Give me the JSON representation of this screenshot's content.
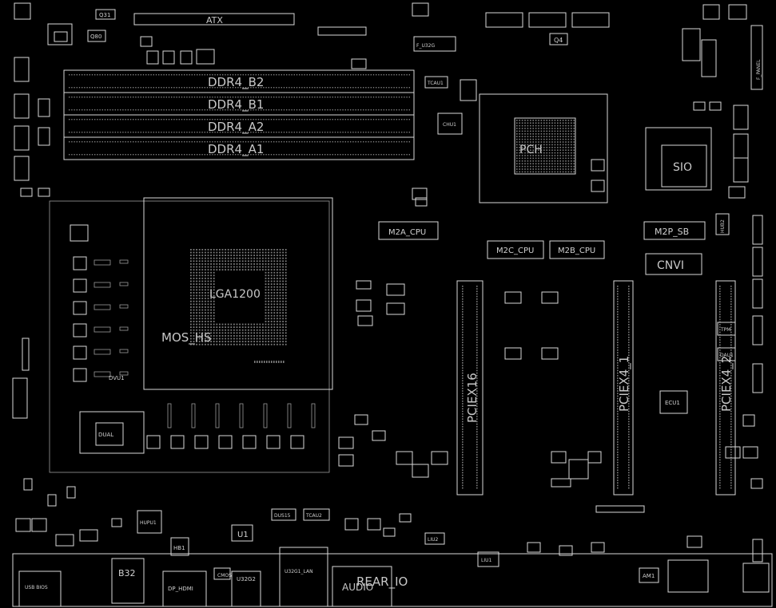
{
  "dimm_labels": [
    "DDR4_B2",
    "DDR4_B1",
    "DDR4_A2",
    "DDR4_A1"
  ],
  "labels": {
    "atx": "ATX",
    "q31": "Q31",
    "q80": "Q80",
    "q4": "Q4",
    "f_u32g": "F_U32G",
    "f_panel": "F_PANEL",
    "tcau1": "TCAU1",
    "chu1": "CHU1",
    "pch": "PCH",
    "sio": "SIO",
    "cpu": "LGA1200",
    "mos_hs": "MOS_HS",
    "m2a": "M2A_CPU",
    "m2c": "M2C_CPU",
    "m2b": "M2B_CPU",
    "m2p": "M2P_SB",
    "cnvi": "CNVI",
    "hub2": "HUB2",
    "pcie16": "PCIEX16",
    "pcie4_1": "PCIEX4_1",
    "pcie4_2": "PCIEX4_2",
    "ecu1": "ECU1",
    "dau1": "DAU1",
    "tpm": "TPM",
    "dvu1": "DVU1",
    "u1": "U1",
    "hb1": "HB1",
    "hupu1": "HUPU1",
    "liu2": "LIU2",
    "liu1": "LIU1",
    "am1": "AM1",
    "usb_bios": "USB BIOS",
    "u32g2": "U32G2",
    "u32g1_lan": "U32G1_LAN",
    "dp_hdmi": "DP_HDMI",
    "audio": "AUDIO",
    "rear_io": "REAR_IO",
    "cmos": "CMOS",
    "b32": "B32",
    "dual": "DUAL",
    "tcau2": "TCAU2",
    "dus15": "DUS15"
  }
}
